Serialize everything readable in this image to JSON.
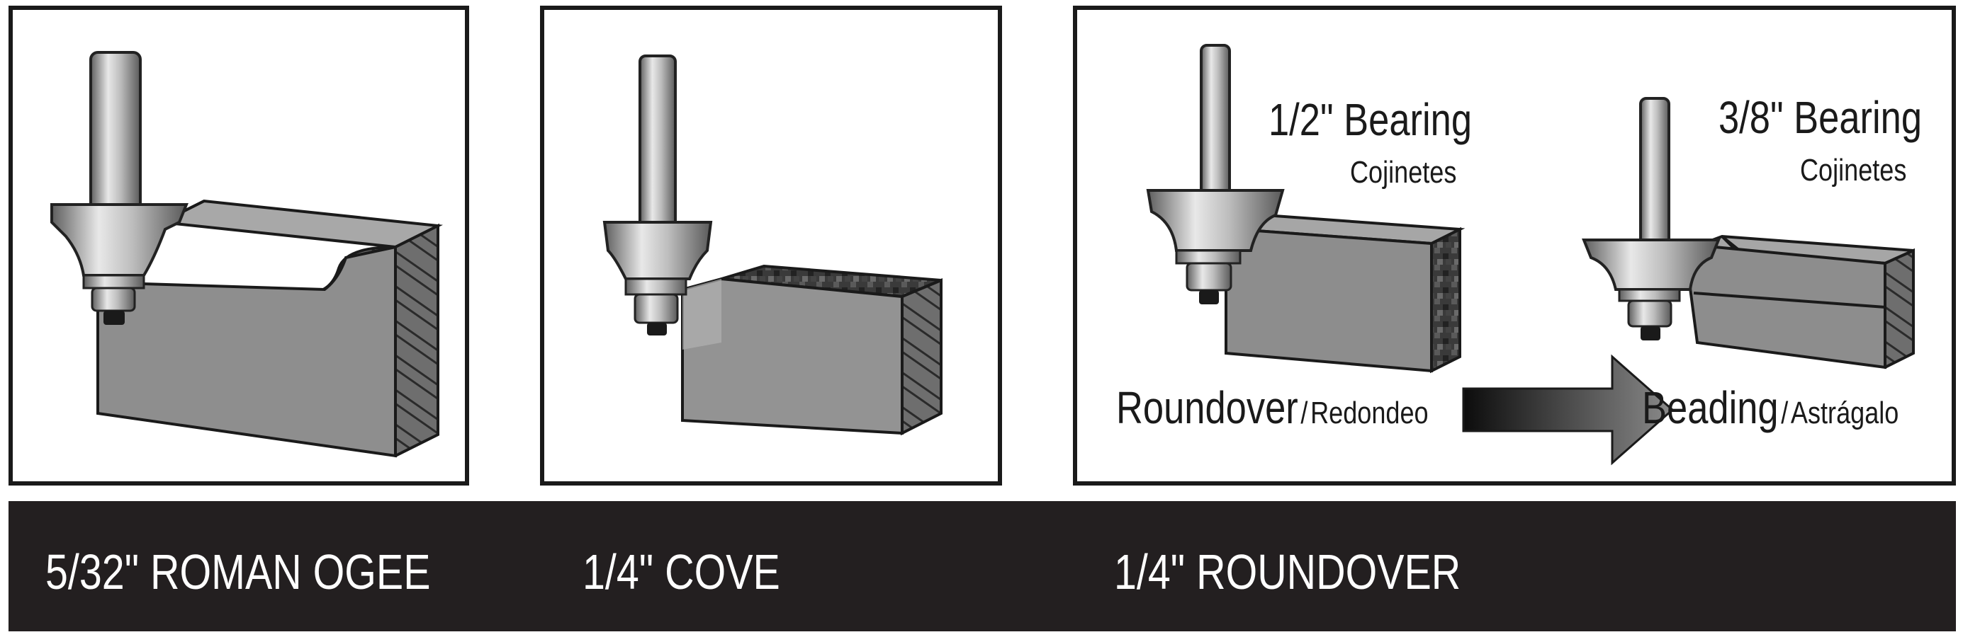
{
  "panels": {
    "roundover": {
      "bearing_left": "1/2\" Bearing",
      "cojinetes_left": "Cojinetes",
      "bearing_right": "3/8\" Bearing",
      "cojinetes_right": "Cojinetes",
      "label_left_main": "Roundover",
      "label_left_sep": "/",
      "label_left_alt": "Redondeo",
      "label_right_main": "Beading",
      "label_right_sep": "/",
      "label_right_alt": "Astrágalo"
    }
  },
  "bottom_bar": {
    "label1": "5/32\" ROMAN OGEE",
    "label2": "1/4\" COVE",
    "label3": "1/4\" ROUNDOVER"
  },
  "colors": {
    "bar_background": "#231f20",
    "panel_border": "#1a1a1a",
    "wood_gray": "#8c8c8c",
    "metal_gray": "#b5b5b5"
  }
}
